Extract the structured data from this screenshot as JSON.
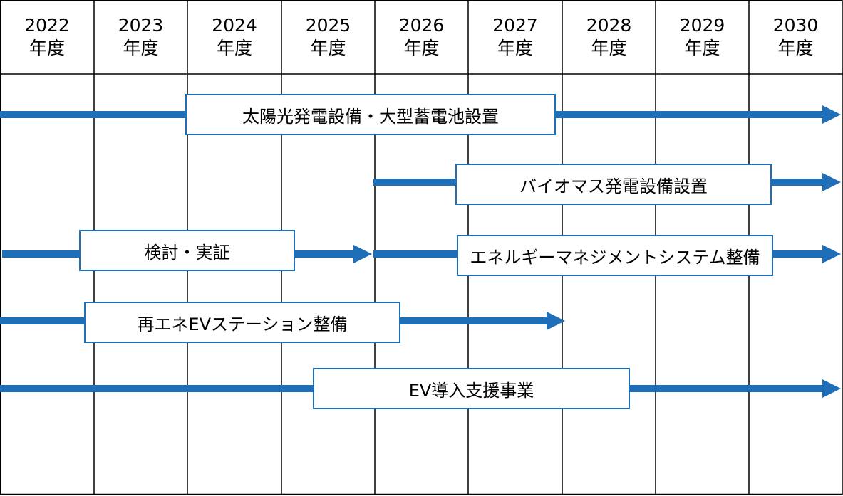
{
  "years": [
    {
      "year": "2022",
      "unit": "年度"
    },
    {
      "year": "2023",
      "unit": "年度"
    },
    {
      "year": "2024",
      "unit": "年度"
    },
    {
      "year": "2025",
      "unit": "年度"
    },
    {
      "year": "2026",
      "unit": "年度"
    },
    {
      "year": "2027",
      "unit": "年度"
    },
    {
      "year": "2028",
      "unit": "年度"
    },
    {
      "year": "2029",
      "unit": "年度"
    },
    {
      "year": "2030",
      "unit": "年度"
    }
  ],
  "tasks": [
    {
      "id": "solar",
      "label": "太陽光発電設備・大型蓄電池設置"
    },
    {
      "id": "biomass",
      "label": "バイオマス発電設備設置"
    },
    {
      "id": "study",
      "label": "検討・実証"
    },
    {
      "id": "ems",
      "label": "エネルギーマネジメントシステム整備"
    },
    {
      "id": "ev-station",
      "label": "再エネEVステーション整備"
    },
    {
      "id": "ev-support",
      "label": "EV導入支援事業"
    }
  ],
  "colors": {
    "arrow": "#1f6fb8",
    "grid": "#000000",
    "box_border": "#1f6fb8"
  }
}
